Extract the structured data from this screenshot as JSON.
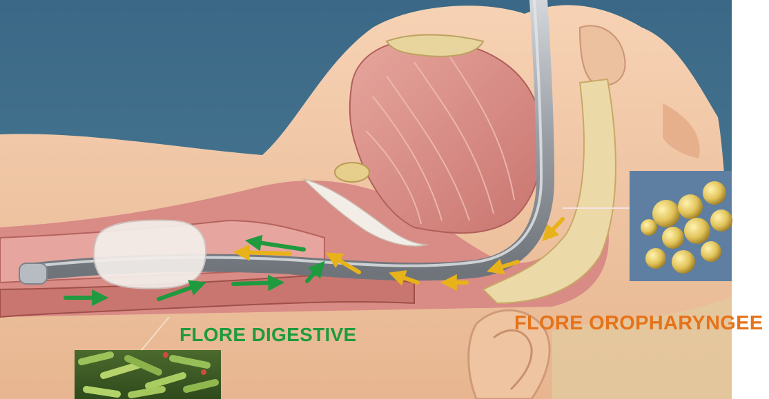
{
  "labels": {
    "digestive_flora": "FLORE DIGESTIVE",
    "oropharyngeal_flora": "FLORE OROPHARYNGEE"
  },
  "colors": {
    "digestive_arrow": "#1f9a3e",
    "oropharyngeal_arrow": "#e8b21a",
    "digestive_label": "#1f9a3e",
    "oropharyngeal_label": "#e5731a",
    "sky": "#3f6f8c",
    "skin": "#f0c7a5",
    "tissue": "#d98b86",
    "tube": "#a3a7ad"
  },
  "icons": {
    "bacteria_cocci": "cocci-bacteria-micrograph",
    "bacteria_bacilli": "bacilli-bacteria-micrograph"
  }
}
